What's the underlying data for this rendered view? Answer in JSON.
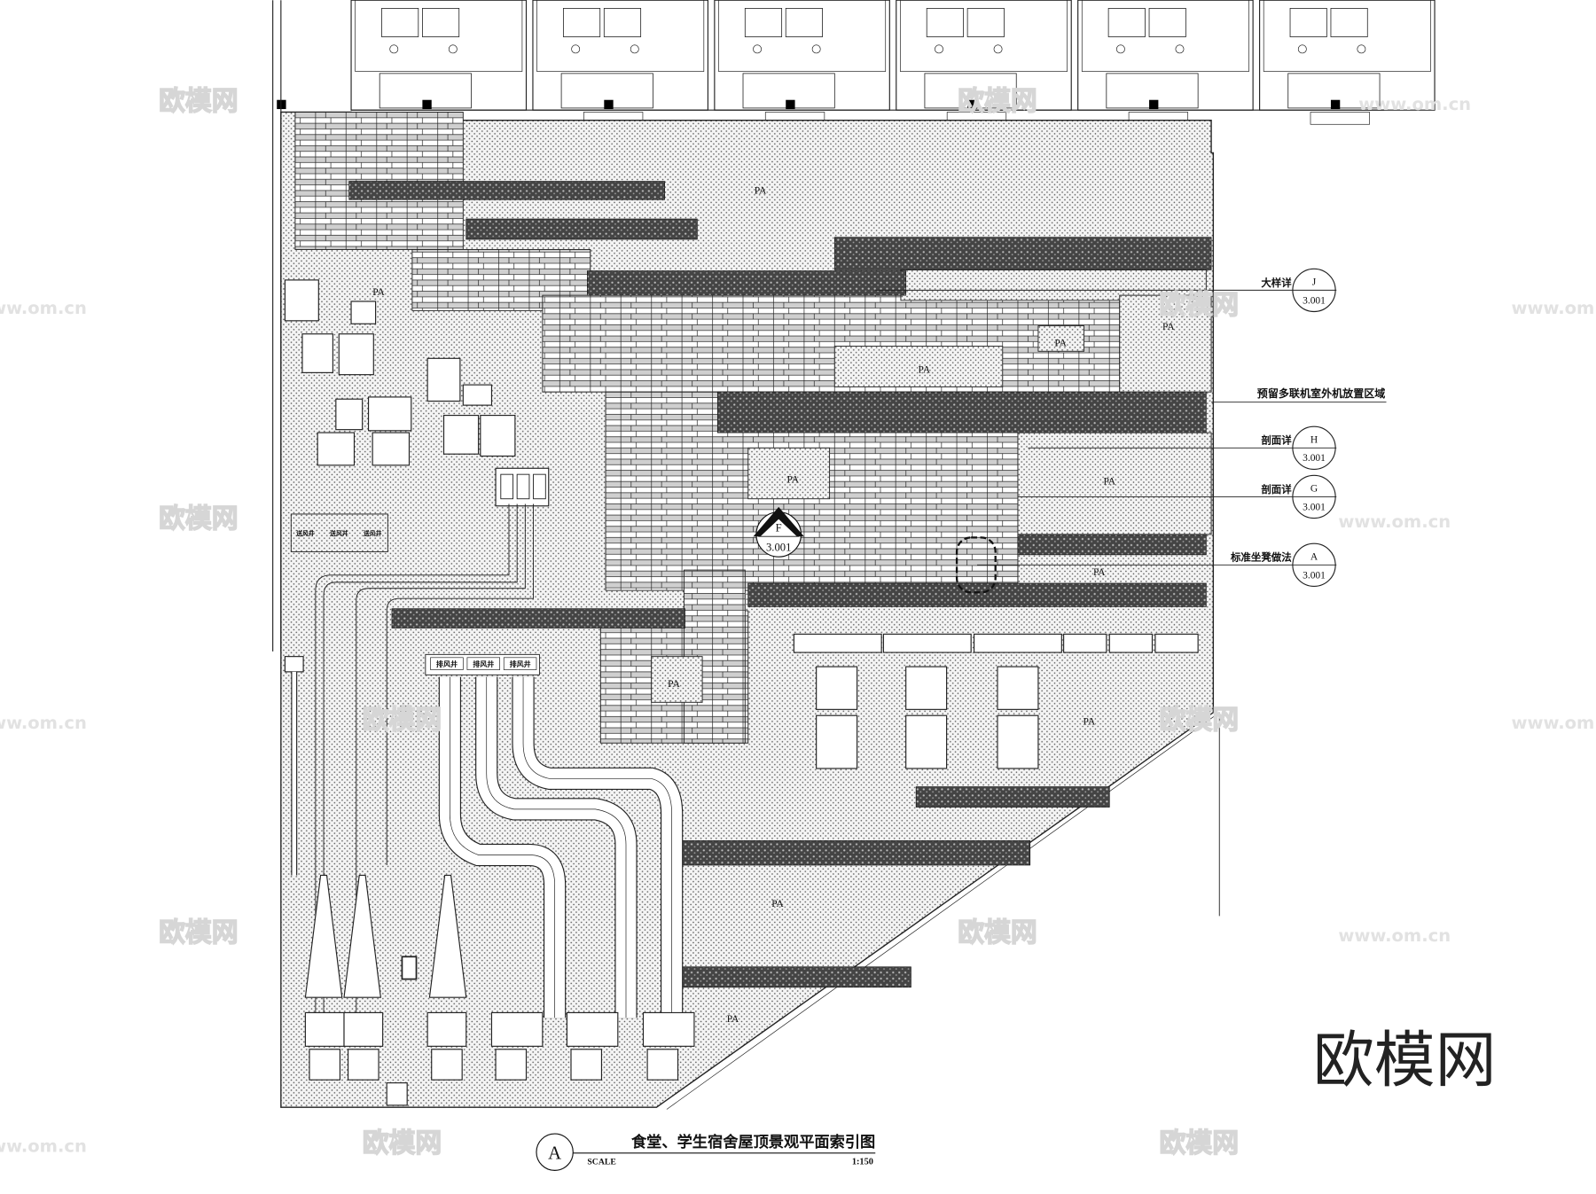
{
  "drawing": {
    "title": "食堂、学生宿舍屋顶景观平面索引图",
    "index_letter": "A",
    "scale_label": "SCALE",
    "scale_value": "1:150"
  },
  "area_label": "PA",
  "callouts": [
    {
      "label": "大样详",
      "letter": "J",
      "sheet": "3.001"
    },
    {
      "label": "剖面详",
      "letter": "H",
      "sheet": "3.001"
    },
    {
      "label": "剖面详",
      "letter": "G",
      "sheet": "3.001"
    },
    {
      "label": "标准坐凳做法",
      "letter": "A",
      "sheet": "3.001"
    }
  ],
  "note": "预留多联机室外机放置区域",
  "section_marker": {
    "letter": "F",
    "sheet": "3.001"
  },
  "shafts": {
    "supply": "送风井",
    "exhaust": "排风井"
  },
  "watermark": {
    "brand": "欧模网",
    "url": "www.om.cn"
  }
}
